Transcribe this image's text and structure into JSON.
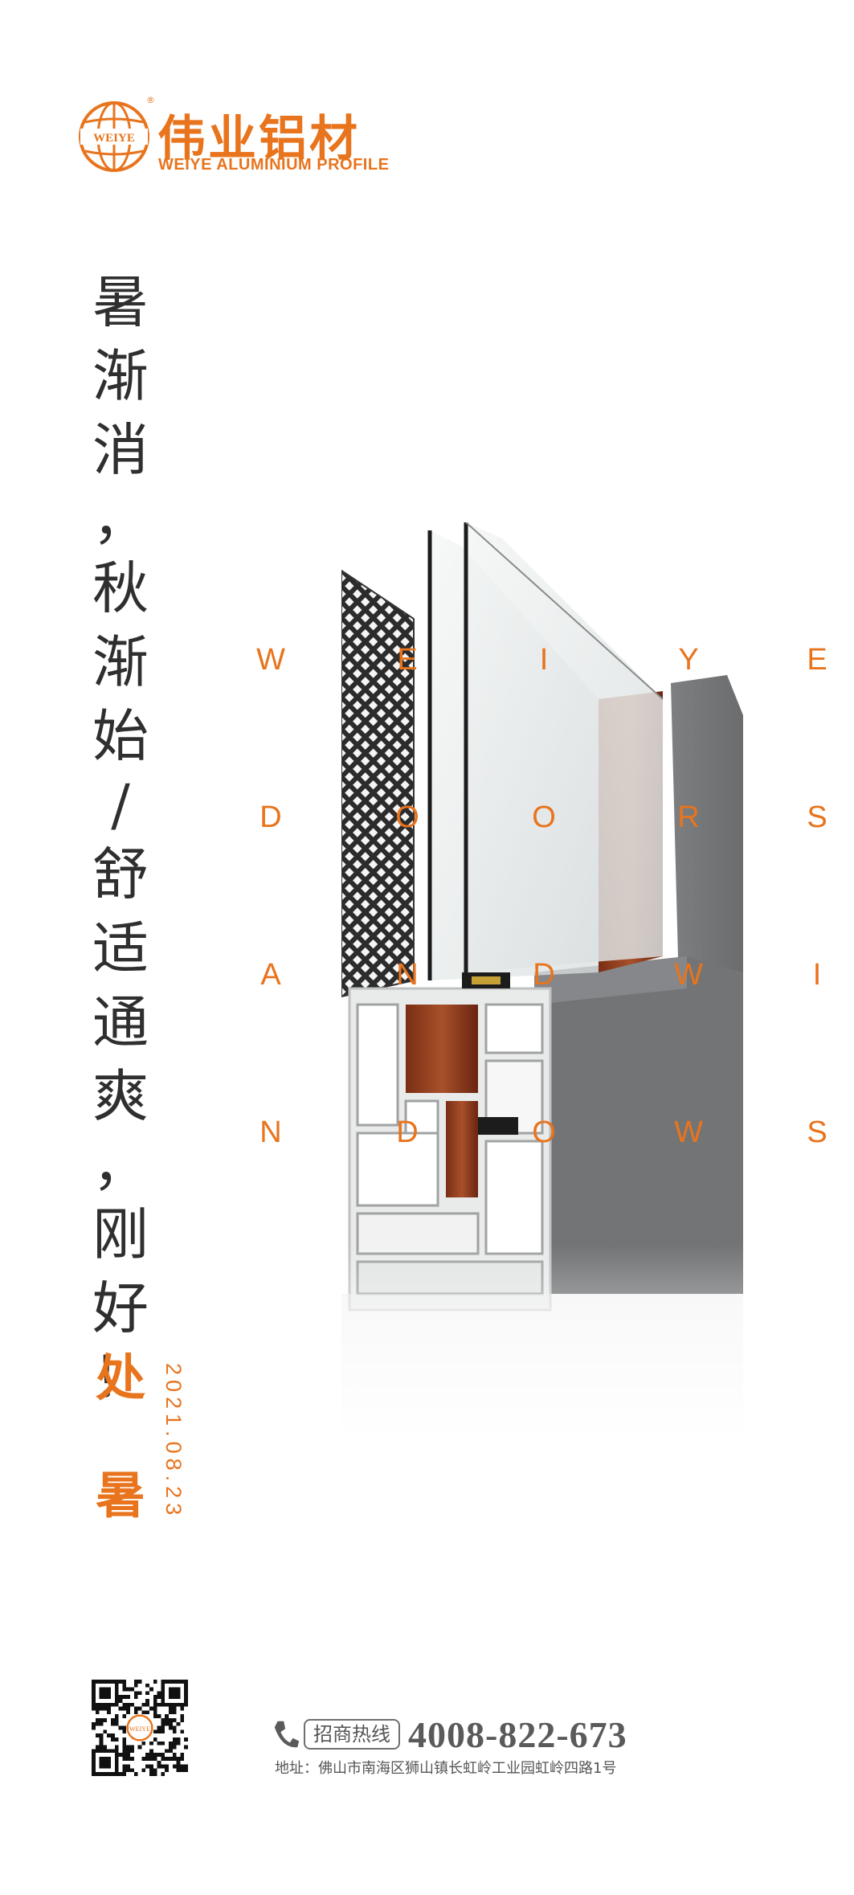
{
  "brand": {
    "name_cn": "伟业铝材",
    "name_en": "WEIYE ALUMINIUM PROFILE",
    "globe_text": "WEIYE",
    "registered": "®"
  },
  "poem": {
    "chars": [
      "暑",
      "渐",
      "消",
      "，",
      "秋",
      "渐",
      "始",
      "/",
      "舒",
      "适",
      "通",
      "爽",
      "，",
      "刚",
      "好",
      "！"
    ]
  },
  "season": {
    "chars": [
      "处",
      "暑"
    ],
    "date": "2021.08.23"
  },
  "letter_grid": {
    "rows": [
      [
        "W",
        "E",
        "I",
        "Y",
        "E"
      ],
      [
        "D",
        "O",
        "O",
        "R",
        "S"
      ],
      [
        "A",
        "N",
        "D",
        "W",
        "I"
      ],
      [
        "N",
        "D",
        "O",
        "W",
        "S"
      ]
    ]
  },
  "footer": {
    "hotline_label": "招商热线",
    "hotline_number": "4008-822-673",
    "address": "地址：佛山市南海区狮山镇长虹岭工业园虹岭四路1号",
    "qr_center_text": "WEIYE"
  },
  "colors": {
    "accent": "#e8741d",
    "text_dark": "#2f2f2f",
    "text_gray": "#555555"
  }
}
